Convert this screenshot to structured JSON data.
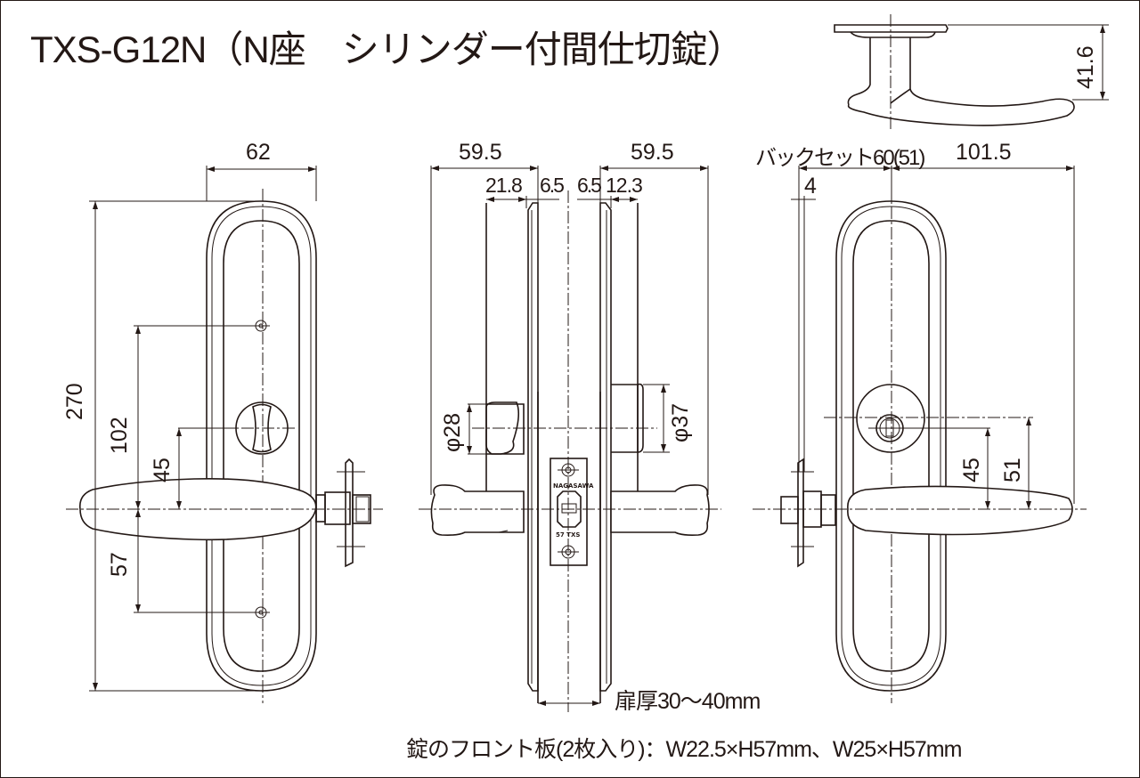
{
  "title": "TXS-G12N（N座　シリンダー付間仕切錠）",
  "dimensions": {
    "front_view": {
      "width": "62",
      "height": "270",
      "screw_to_lever": "102",
      "thumbturn_to_lever": "45",
      "lever_to_bottom_screw": "57"
    },
    "side_view": {
      "left_projection": "59.5",
      "right_projection": "59.5",
      "left_rose": "21.8",
      "left_plate": "6.5",
      "right_plate": "6.5",
      "right_rose": "12.3",
      "left_diameter": "φ28",
      "right_diameter": "φ37",
      "door_thickness": "扉厚30〜40mm"
    },
    "back_view": {
      "backset": "バックセット60(51)",
      "lever_length": "101.5",
      "front_plate_thickness": "4",
      "cylinder_to_lever_45": "45",
      "cylinder_to_lever_51": "51"
    },
    "top_view": {
      "lever_height": "41.6"
    }
  },
  "lock_front": {
    "brand": "NAGASAWA",
    "model": "57 TXS"
  },
  "footnote": "錠のフロント板(2枚入り)：W22.5×H57mm、W25×H57mm"
}
